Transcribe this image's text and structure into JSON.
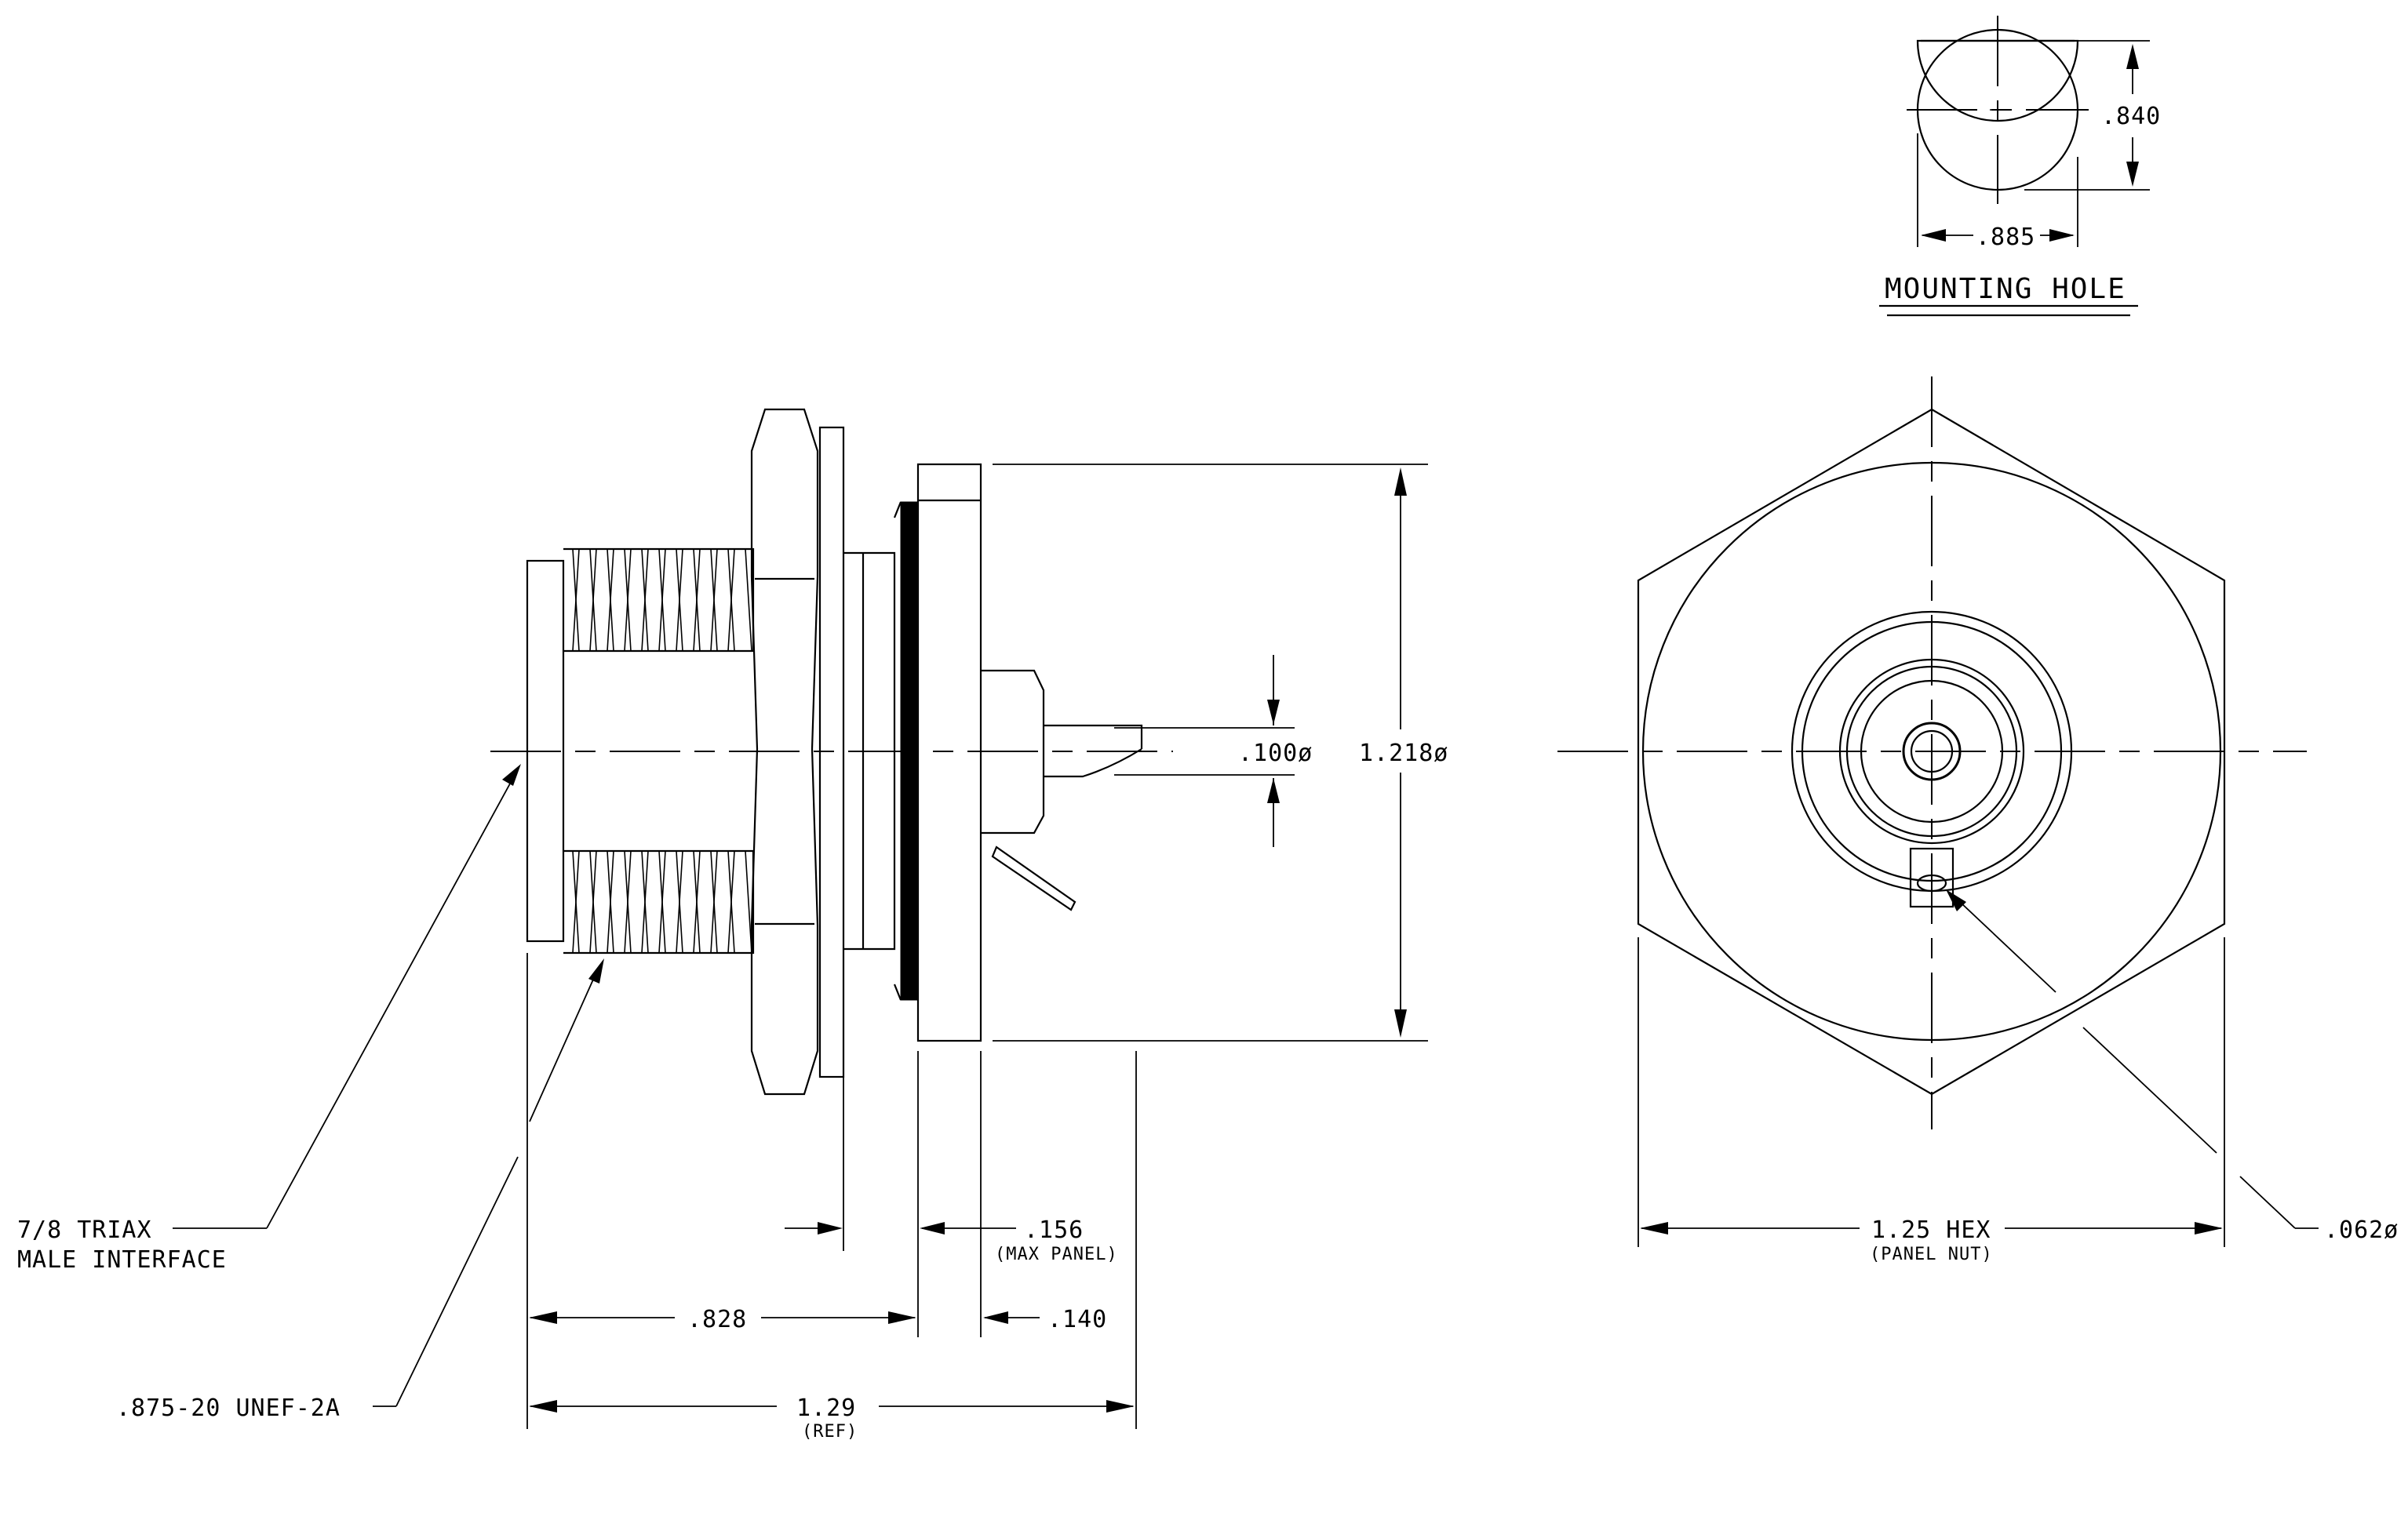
{
  "mounting_hole": {
    "title": "MOUNTING HOLE",
    "height_dim": ".840",
    "width_dim": ".885"
  },
  "side_view": {
    "dim_pin": ".100ø",
    "dim_body": "1.218ø",
    "callout_interface_1": "7/8 TRIAX",
    "callout_interface_2": "MALE INTERFACE",
    "callout_thread": ".875-20 UNEF-2A",
    "dim_panel": ".156",
    "dim_panel_note": "(MAX PANEL)",
    "dim_flange": ".140",
    "dim_front": ".828",
    "dim_overall": "1.29",
    "dim_overall_note": "(REF)"
  },
  "end_view": {
    "dim_hex": "1.25 HEX",
    "dim_hex_note": "(PANEL NUT)",
    "dim_hole": ".062ø"
  }
}
